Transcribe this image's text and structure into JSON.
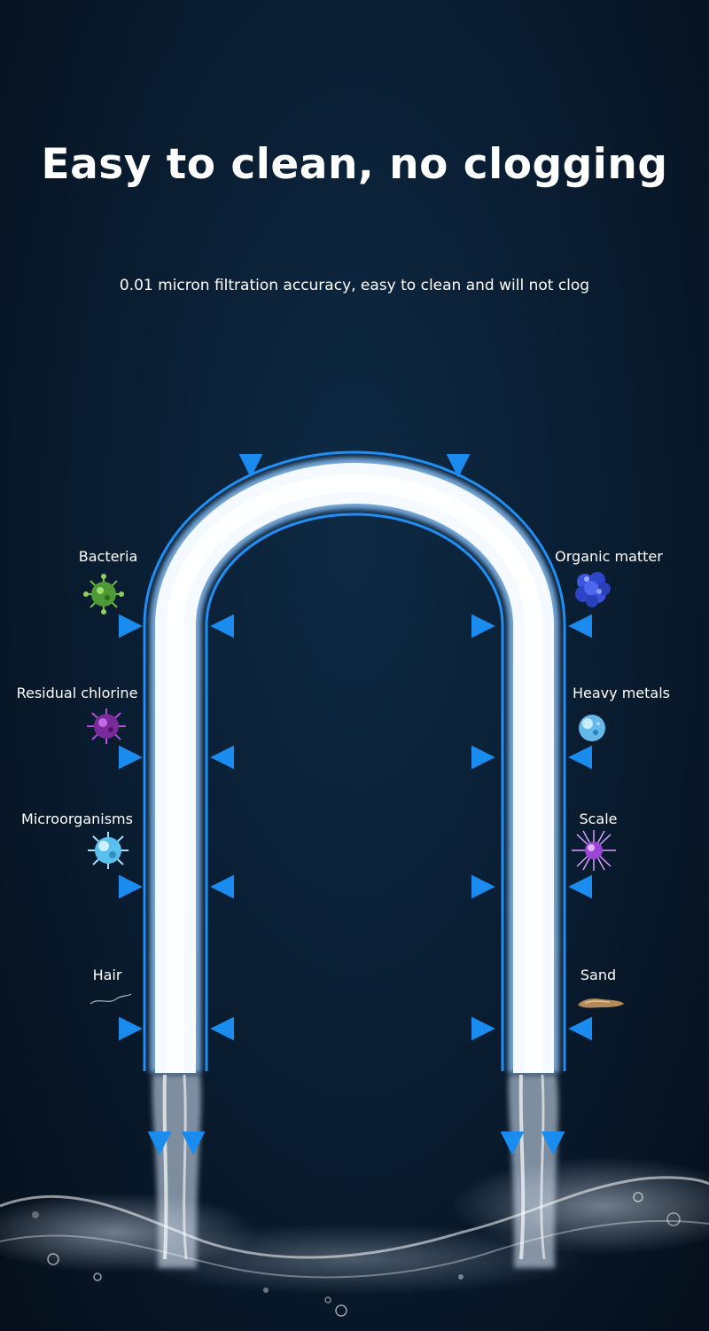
{
  "header": {
    "title": "Easy to clean, no clogging",
    "subtitle": "0.01 micron filtration accuracy, easy to clean and will not clog"
  },
  "contaminants": {
    "left": [
      "Bacteria",
      "Residual chlorine",
      "Microorganisms",
      "Hair"
    ],
    "right": [
      "Organic matter",
      "Heavy metals",
      "Scale",
      "Sand"
    ]
  },
  "icons": {
    "bacteria": "green-virus-icon",
    "residual_chlorine": "purple-virus-icon",
    "microorganisms": "light-blue-virus-icon",
    "hair": "hair-strand-icon",
    "organic_matter": "blue-cluster-icon",
    "heavy_metals": "blue-particle-icon",
    "scale": "violet-spiky-icon",
    "sand": "sand-grain-icon"
  },
  "colors": {
    "arrow": "#1a8cf0",
    "tube_glow": "#dff0ff",
    "background": "#0a1e33"
  }
}
